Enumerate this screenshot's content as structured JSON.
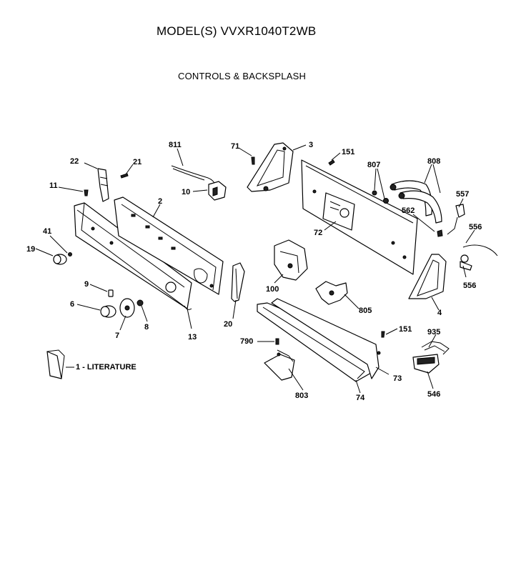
{
  "header": {
    "model": "MODEL(S) VVXR1040T2WB",
    "section": "CONTROLS & BACKSPLASH"
  },
  "callouts": {
    "c811": "811",
    "c71": "71",
    "c3": "3",
    "c151a": "151",
    "c807": "807",
    "c808": "808",
    "c22": "22",
    "c21": "21",
    "c11": "11",
    "c10": "10",
    "c2": "2",
    "c557": "557",
    "c562": "562",
    "c556a": "556",
    "c41": "41",
    "c19": "19",
    "c72": "72",
    "c556b": "556",
    "c100": "100",
    "c9": "9",
    "c6": "6",
    "c8": "8",
    "c7": "7",
    "c805": "805",
    "c4": "4",
    "c20": "20",
    "c13": "13",
    "c151b": "151",
    "c935": "935",
    "c790": "790",
    "c73": "73",
    "c803": "803",
    "c74": "74",
    "c546": "546"
  },
  "literature": {
    "label": "1 - LITERATURE"
  }
}
